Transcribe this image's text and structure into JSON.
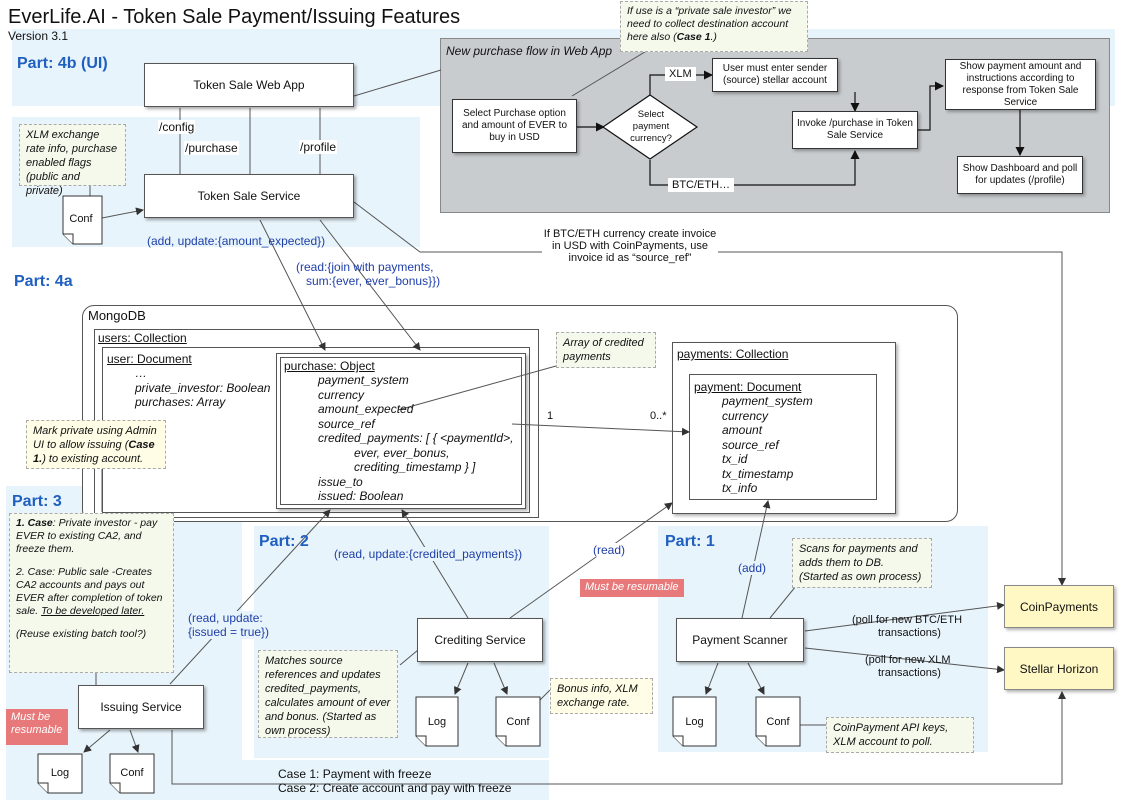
{
  "header": {
    "title": "EverLife.AI - Token Sale Payment/Issuing Features",
    "version": "Version 3.1"
  },
  "parts": {
    "p4b": "Part: 4b (UI)",
    "p4a": "Part: 4a",
    "p3": "Part: 3",
    "p2": "Part: 2",
    "p1": "Part: 1"
  },
  "webapp": {
    "label": "Token Sale Web App",
    "route_config": "/config",
    "route_purchase": "/purchase",
    "route_profile": "/profile"
  },
  "token_sale_service": {
    "label": "Token Sale Service",
    "conf": "Conf",
    "note": "XLM exchange rate info, purchase enabled flags (public and private)",
    "add_update": "(add, update:{amount_expected})",
    "read_join_1": "(read:{join with payments,",
    "read_join_2": "sum:{ever, ever_bonus}})"
  },
  "flow": {
    "caption": "New purchase flow in Web App",
    "select_purchase": "Select Purchase option and amount of EVER to buy in USD",
    "select_currency": "Select payment currency?",
    "xlm": "XLM",
    "btc_eth": "BTC/ETH…",
    "sender": "User must enter sender (source) stellar account",
    "invoke": "Invoke /purchase in Token Sale Service",
    "show_payment": "Show payment amount and instructions according to response from Token Sale Service",
    "show_dashboard": "Show Dashboard and poll for updates (/profile)"
  },
  "private_note": {
    "pre": "If use is a “private sale investor” we need to collect destination account here also (",
    "case": "Case 1",
    "post": ".)"
  },
  "invoice_note": "If BTC/ETH currency create invoice in USD with CoinPayments, use invoice id as “source_ref”",
  "mongodb": {
    "label": "MongoDB",
    "users_collection": "users: Collection",
    "user_document": "user: Document",
    "user_fields": [
      "…",
      "private_investor: Boolean",
      "purchases: Array"
    ],
    "purchase_object": "purchase: Object",
    "purchase_fields": [
      "payment_system",
      "currency",
      "amount_expected",
      "source_ref",
      "credited_payments: [ { <paymentId>,",
      "ever, ever_bonus,",
      "crediting_timestamp } ]",
      "issue_to",
      "issued: Boolean"
    ],
    "payments_collection": "payments: Collection",
    "payment_document": "payment: Document",
    "payment_fields": [
      "payment_system",
      "currency",
      "amount",
      "source_ref",
      "tx_id",
      "tx_timestamp",
      "tx_info"
    ],
    "mult_one": "1",
    "mult_many": "0..*",
    "credited_note": "Array of credited payments"
  },
  "mark_private_note": {
    "pre": "Mark private using Admin UI to allow issuing (",
    "case": "Case 1.",
    "post": ") to existing account."
  },
  "issuing": {
    "label": "Issuing Service",
    "resumable": "Must be resumable",
    "log": "Log",
    "conf": "Conf",
    "read_update_1": "(read, update:",
    "read_update_2": "{issued = true})",
    "case1_label": "1. Case",
    "case1_text": ": Private investor - pay EVER to existing CA2, and freeze them.",
    "case2_text": "2. Case: Public sale -Creates CA2 accounts and pays out EVER after completion of token sale.",
    "case2_later": "To be developed later.",
    "reuse": "(Reuse existing batch tool?)",
    "case_line_1": "Case 1: Payment with freeze",
    "case_line_2": "Case 2: Create account and pay with freeze"
  },
  "crediting": {
    "label": "Crediting Service",
    "resumable": "Must be resumable",
    "log": "Log",
    "conf": "Conf",
    "read_update": "(read, update:{credited_payments})",
    "read": "(read)",
    "note": "Matches source references and updates credited_payments, calculates amount of ever and bonus. (Started as own process)",
    "bonus_note": "Bonus info, XLM exchange rate."
  },
  "scanner": {
    "label": "Payment Scanner",
    "log": "Log",
    "conf": "Conf",
    "add": "(add)",
    "note": "Scans for payments and adds them to DB. (Started as own process)",
    "poll_btc_1": "(poll for new BTC/ETH",
    "poll_btc_2": "transactions)",
    "poll_xlm_1": "(poll for new XLM",
    "poll_xlm_2": "transactions)",
    "keys_note": "CoinPayment API keys, XLM account to poll."
  },
  "external": {
    "coinpayments": "CoinPayments",
    "stellar": "Stellar Horizon"
  }
}
